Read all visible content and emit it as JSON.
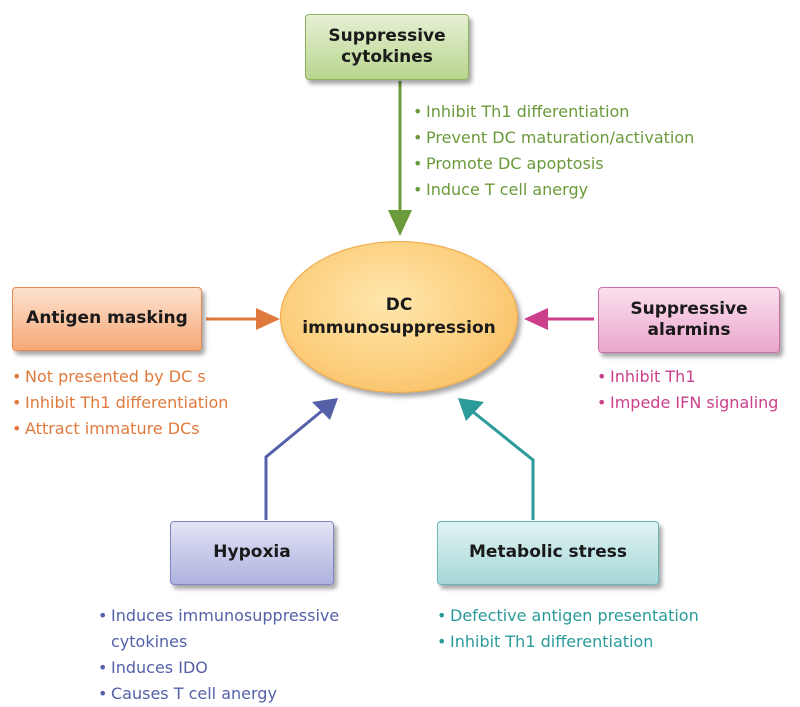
{
  "center": {
    "line1": "DC",
    "line2": "immunosuppression"
  },
  "cytokines": {
    "title_line1": "Suppressive",
    "title_line2": "cytokines",
    "items": [
      "Inhibit Th1 differentiation",
      "Prevent DC maturation/activation",
      "Promote DC apoptosis",
      "Induce T cell anergy"
    ],
    "color": "#6a9a3a"
  },
  "antigen": {
    "title": "Antigen masking",
    "items": [
      "Not presented by DC s",
      "Inhibit Th1 differentiation",
      "Attract immature DCs"
    ],
    "color": "#e07a3c"
  },
  "alarmins": {
    "title_line1": "Suppressive",
    "title_line2": "alarmins",
    "items": [
      "Inhibit Th1",
      "Impede IFN signaling"
    ],
    "color": "#cc3f8a"
  },
  "hypoxia": {
    "title": "Hypoxia",
    "items": [
      "Induces immunosuppressive cytokines",
      "Induces IDO",
      "Causes T cell anergy"
    ],
    "color": "#5461a8"
  },
  "metabolic": {
    "title": "Metabolic stress",
    "items": [
      "Defective antigen presentation",
      "Inhibit Th1 differentiation"
    ],
    "color": "#2a9a9a"
  }
}
